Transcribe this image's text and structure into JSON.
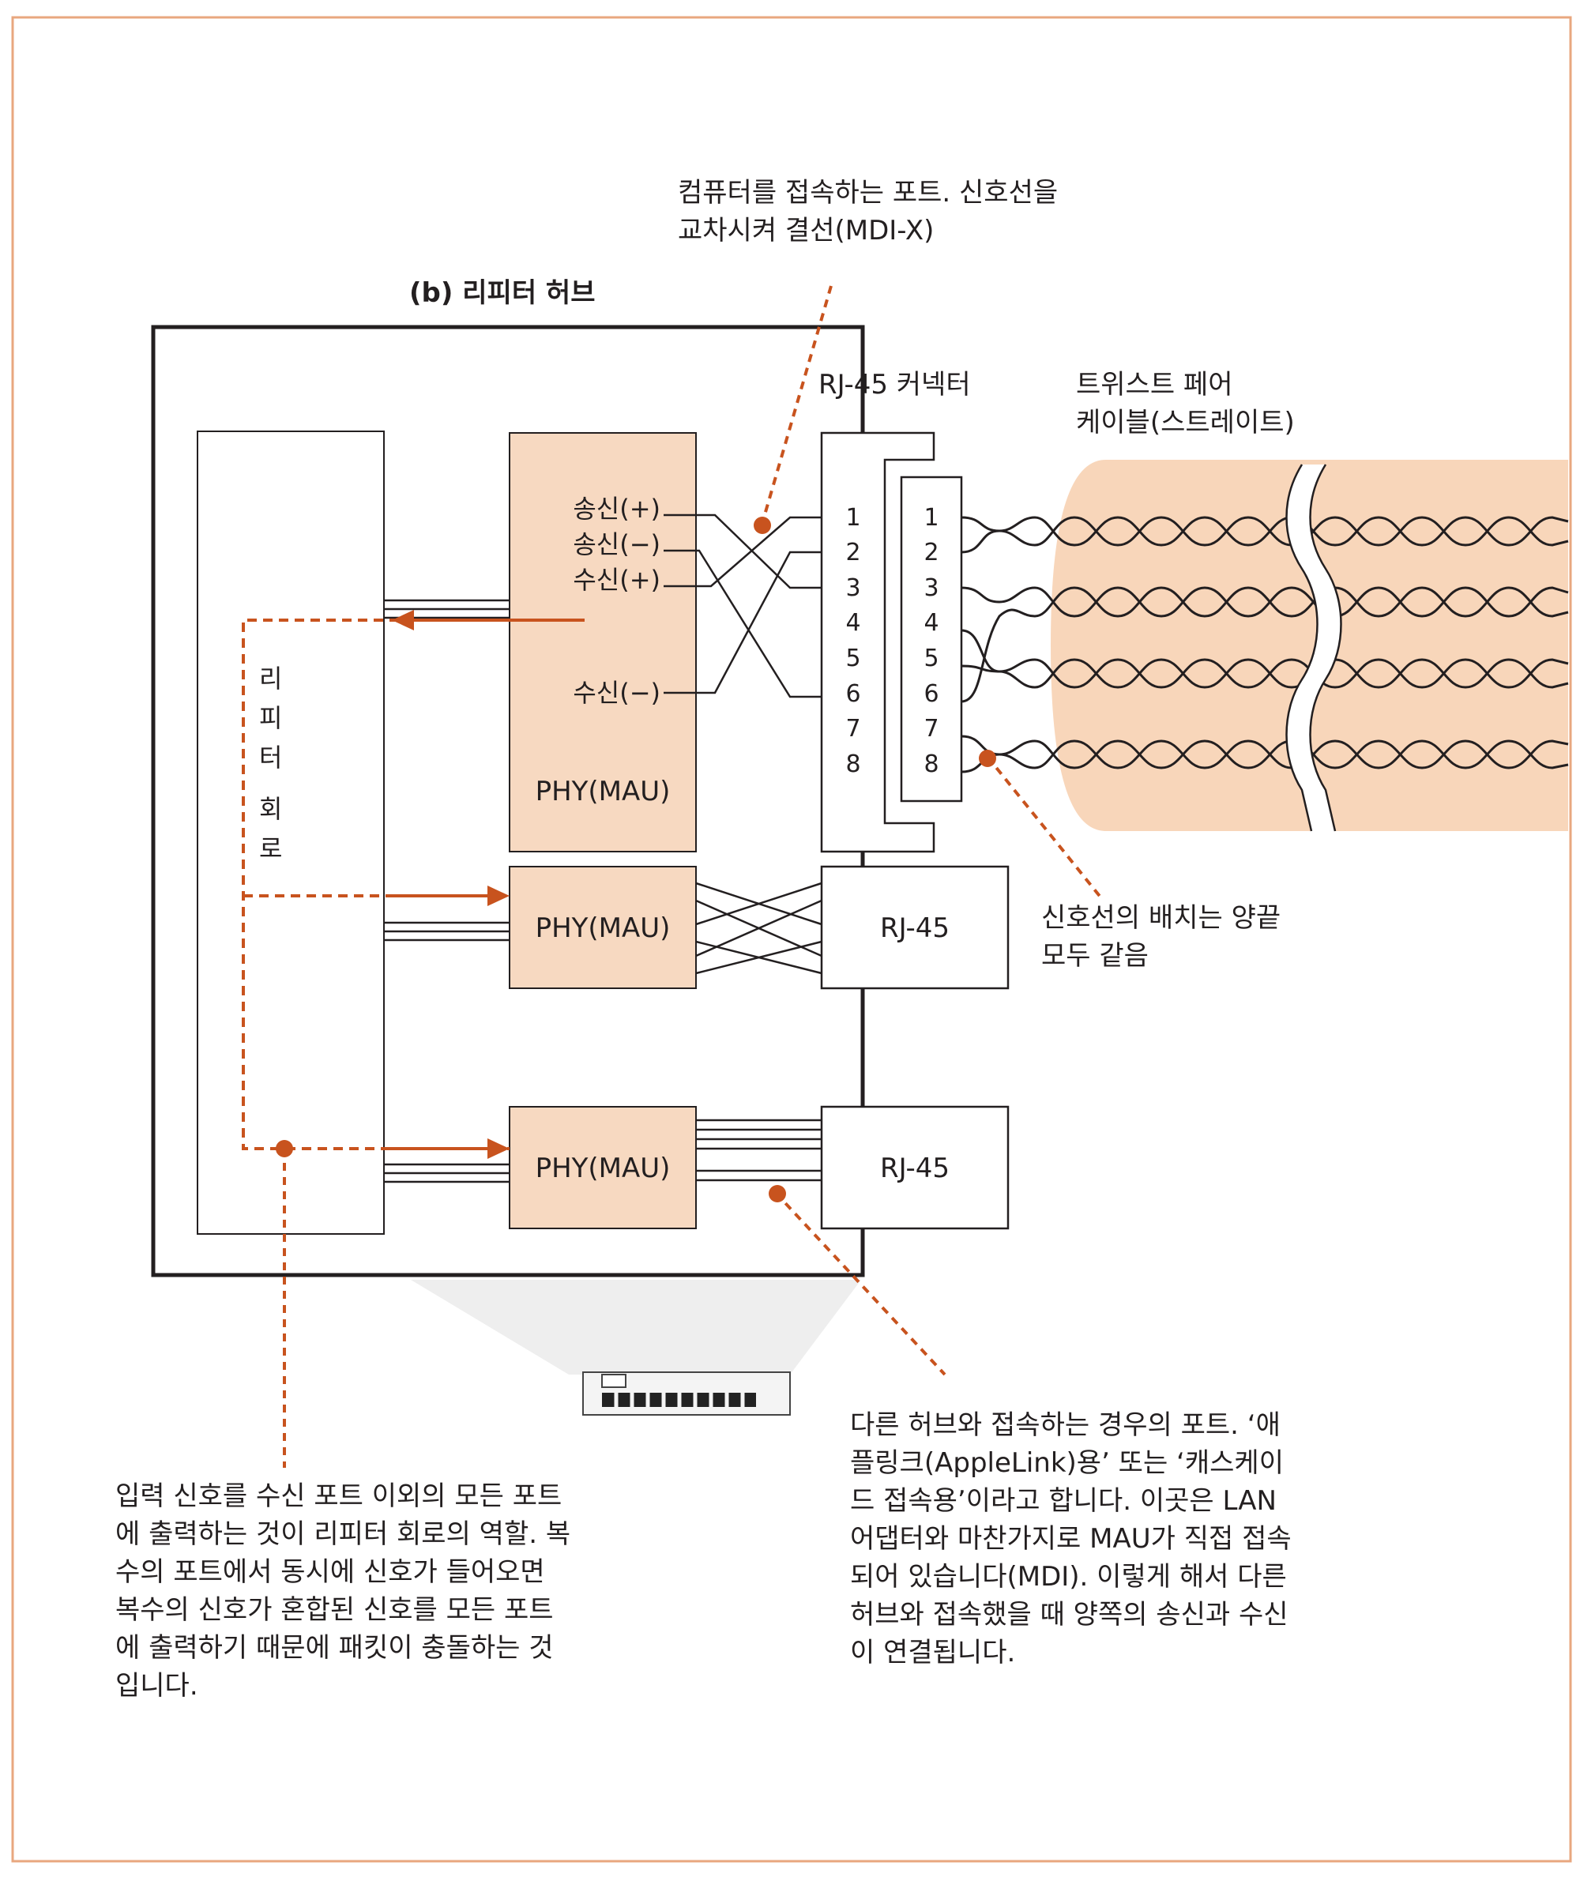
{
  "title": "(b) 리피터 허브",
  "labels": {
    "repeater_circuit": [
      "리",
      "피",
      "터",
      "회",
      "로"
    ],
    "phy": "PHY(MAU)",
    "rj45": "RJ-45",
    "rj45_connector": "RJ-45 커넥터",
    "cable": [
      "트위스트 페어",
      "케이블(스트레이트)"
    ],
    "signals": [
      "송신(+)",
      "송신(−)",
      "수신(+)",
      "수신(−)"
    ],
    "pins": [
      "1",
      "2",
      "3",
      "4",
      "5",
      "6",
      "7",
      "8"
    ]
  },
  "notes": {
    "mdix": [
      "컴퓨터를 접속하는 포트. 신호선을",
      "교차시켜 결선(MDI-X)"
    ],
    "same_pinout": [
      "신호선의 배치는 양끝",
      "모두 같음"
    ],
    "repeater": [
      "입력 신호를 수신 포트 이외의 모든 포트",
      "에 출력하는 것이 리피터 회로의 역할. 복",
      "수의 포트에서 동시에 신호가 들어오면",
      "복수의 신호가 혼합된 신호를 모든 포트",
      "에 출력하기 때문에 패킷이 충돌하는 것",
      "입니다."
    ],
    "mdi": [
      "다른 허브와 접속하는 경우의 포트. ‘애",
      "플링크(AppleLink)용’ 또는 ‘캐스케이",
      "드 접속용’이라고 합니다. 이곳은 LAN",
      "어댑터와 마찬가지로 MAU가 직접 접속",
      "되어 있습니다(MDI). 이렇게 해서 다른",
      "허브와 접속했을 때 양쪽의 송신과 수신",
      "이 연결됩니다."
    ]
  },
  "colors": {
    "accent": "#c8531e",
    "phy_fill": "#f7d9c1",
    "cable_fill": "#f8d6ba",
    "frame": "#e8a77f",
    "line": "#231f20"
  }
}
